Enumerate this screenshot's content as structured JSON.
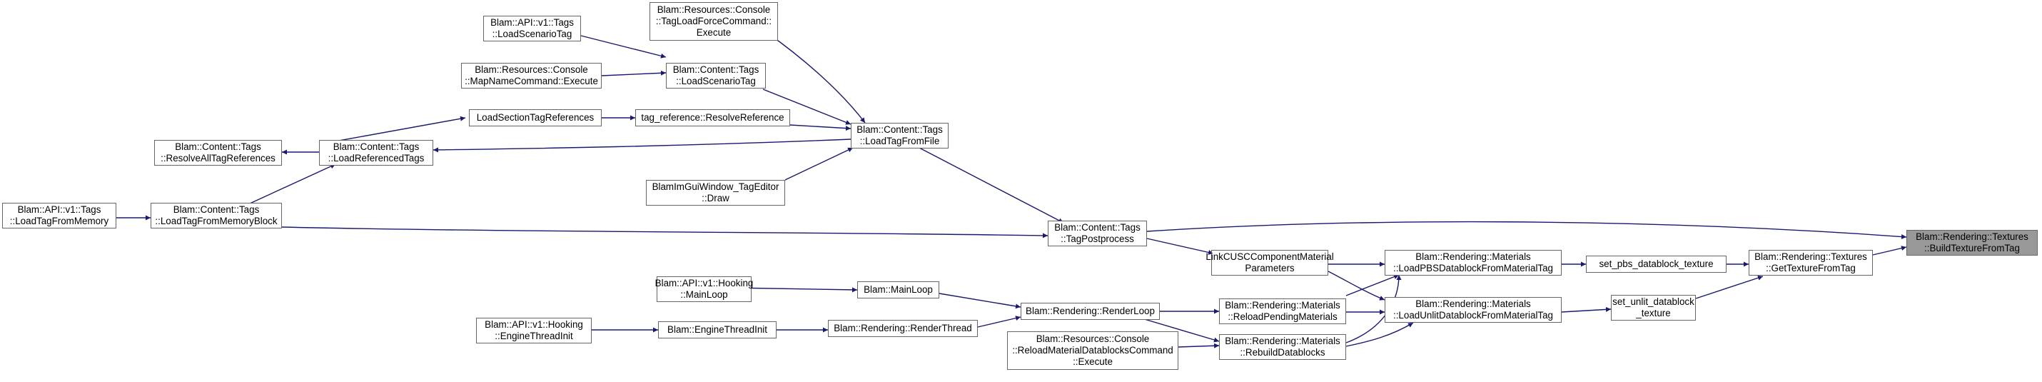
{
  "colors": {
    "edge": "#191970",
    "node_border": "#666666",
    "focus_fill": "#999999",
    "text": "#000000"
  },
  "nodes": {
    "build_texture_from_tag": [
      "Blam::Rendering::Textures",
      "::BuildTextureFromTag"
    ],
    "get_texture_from_tag": [
      "Blam::Rendering::Textures",
      "::GetTextureFromTag"
    ],
    "set_pbs_datablock_texture": [
      "set_pbs_datablock_texture"
    ],
    "set_unlit_datablock_texture": [
      "set_unlit_datablock",
      "_texture"
    ],
    "load_pbs_datablock": [
      "Blam::Rendering::Materials",
      "::LoadPBSDatablockFromMaterialTag"
    ],
    "load_unlit_datablock": [
      "Blam::Rendering::Materials",
      "::LoadUnlitDatablockFromMaterialTag"
    ],
    "link_cusc": [
      "LinkCUSCComponentMaterial",
      "Parameters"
    ],
    "reload_pending_materials": [
      "Blam::Rendering::Materials",
      "::ReloadPendingMaterials"
    ],
    "rebuild_datablocks": [
      "Blam::Rendering::Materials",
      "::RebuildDatablocks"
    ],
    "tag_postprocess": [
      "Blam::Content::Tags",
      "::TagPostprocess"
    ],
    "render_loop": [
      "Blam::Rendering::RenderLoop"
    ],
    "reload_material_cmd": [
      "Blam::Resources::Console",
      "::ReloadMaterialDatablocksCommand",
      "::Execute"
    ],
    "load_tag_from_file": [
      "Blam::Content::Tags",
      "::LoadTagFromFile"
    ],
    "load_tag_from_memory_block": [
      "Blam::Content::Tags",
      "::LoadTagFromMemoryBlock"
    ],
    "main_loop": [
      "Blam::MainLoop"
    ],
    "render_thread": [
      "Blam::Rendering::RenderThread"
    ],
    "tag_load_force_cmd": [
      "Blam::Resources::Console",
      "::TagLoadForceCommand::",
      "Execute"
    ],
    "content_load_scenario_tag": [
      "Blam::Content::Tags",
      "::LoadScenarioTag"
    ],
    "tag_reference_resolve": [
      "tag_reference::ResolveReference"
    ],
    "load_referenced_tags": [
      "Blam::Content::Tags",
      "::LoadReferencedTags"
    ],
    "imgui_tag_editor_draw": [
      "BlamImGuiWindow_TagEditor",
      "::Draw"
    ],
    "api_load_tag_from_memory": [
      "Blam::API::v1::Tags",
      "::LoadTagFromMemory"
    ],
    "api_hooking_main_loop": [
      "Blam::API::v1::Hooking",
      "::MainLoop"
    ],
    "engine_thread_init": [
      "Blam::EngineThreadInit"
    ],
    "api_hooking_engine_thread_init": [
      "Blam::API::v1::Hooking",
      "::EngineThreadInit"
    ],
    "api_load_scenario_tag": [
      "Blam::API::v1::Tags",
      "::LoadScenarioTag"
    ],
    "map_name_cmd": [
      "Blam::Resources::Console",
      "::MapNameCommand::Execute"
    ],
    "load_section_tag_references": [
      "LoadSectionTagReferences"
    ],
    "resolve_all_tag_references": [
      "Blam::Content::Tags",
      "::ResolveAllTagReferences"
    ]
  }
}
